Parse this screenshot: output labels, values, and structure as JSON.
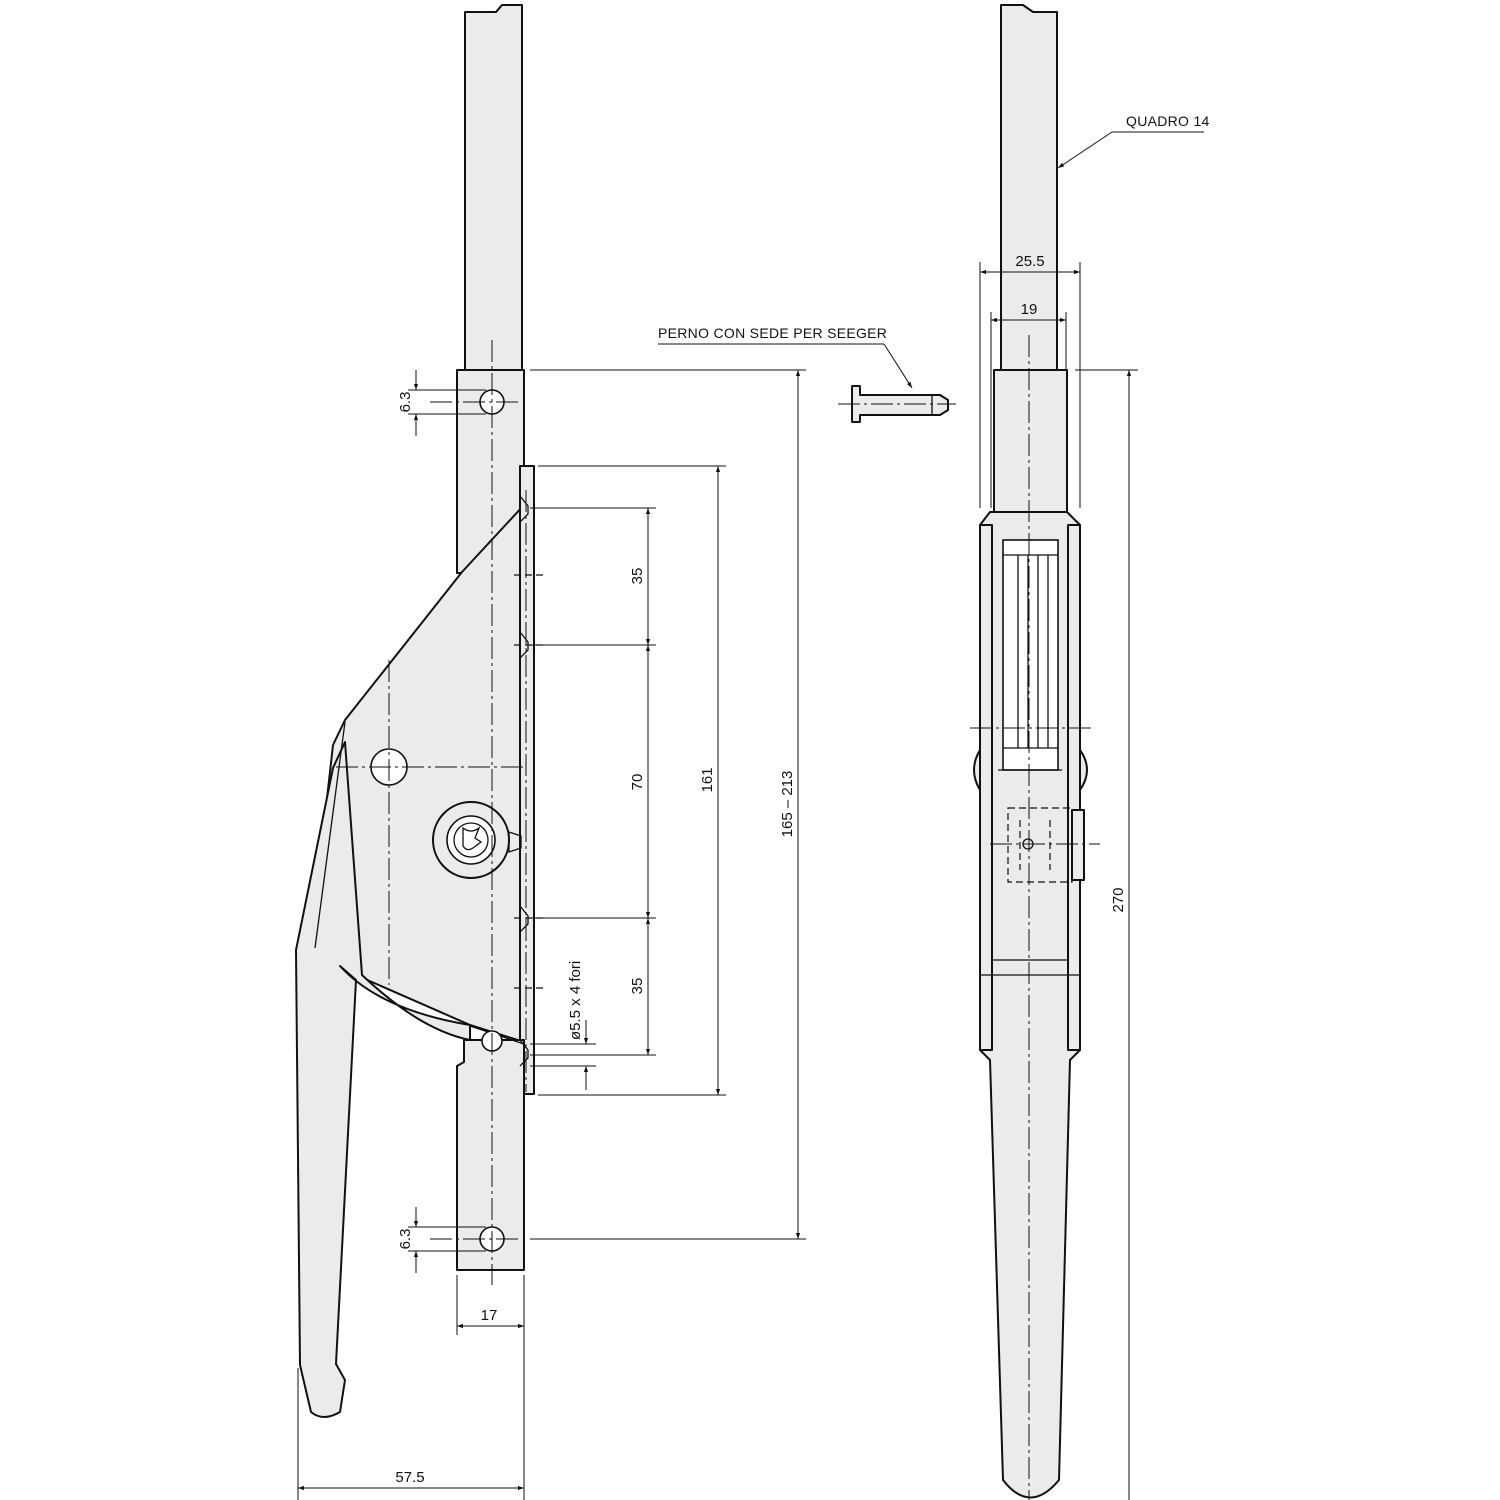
{
  "labels": {
    "quadro": "QUADRO 14",
    "perno": "PERNO CON SEDE PER SEEGER",
    "fori": "ø5.5 x 4 fori"
  },
  "dimensions": {
    "hole_pitch_top": "6.3",
    "hole_pitch_bottom": "6.3",
    "pitch_35_top": "35",
    "pitch_70": "70",
    "pitch_35_bottom": "35",
    "plate_161": "161",
    "range_165_213": "165 – 213",
    "rod_width_17": "17",
    "handle_depth_57_5": "57.5",
    "outer_25_5": "25.5",
    "inner_19": "19",
    "total_270": "270"
  },
  "colors": {
    "part_fill": "#ebebeb",
    "line": "#111111",
    "background": "#ffffff"
  }
}
